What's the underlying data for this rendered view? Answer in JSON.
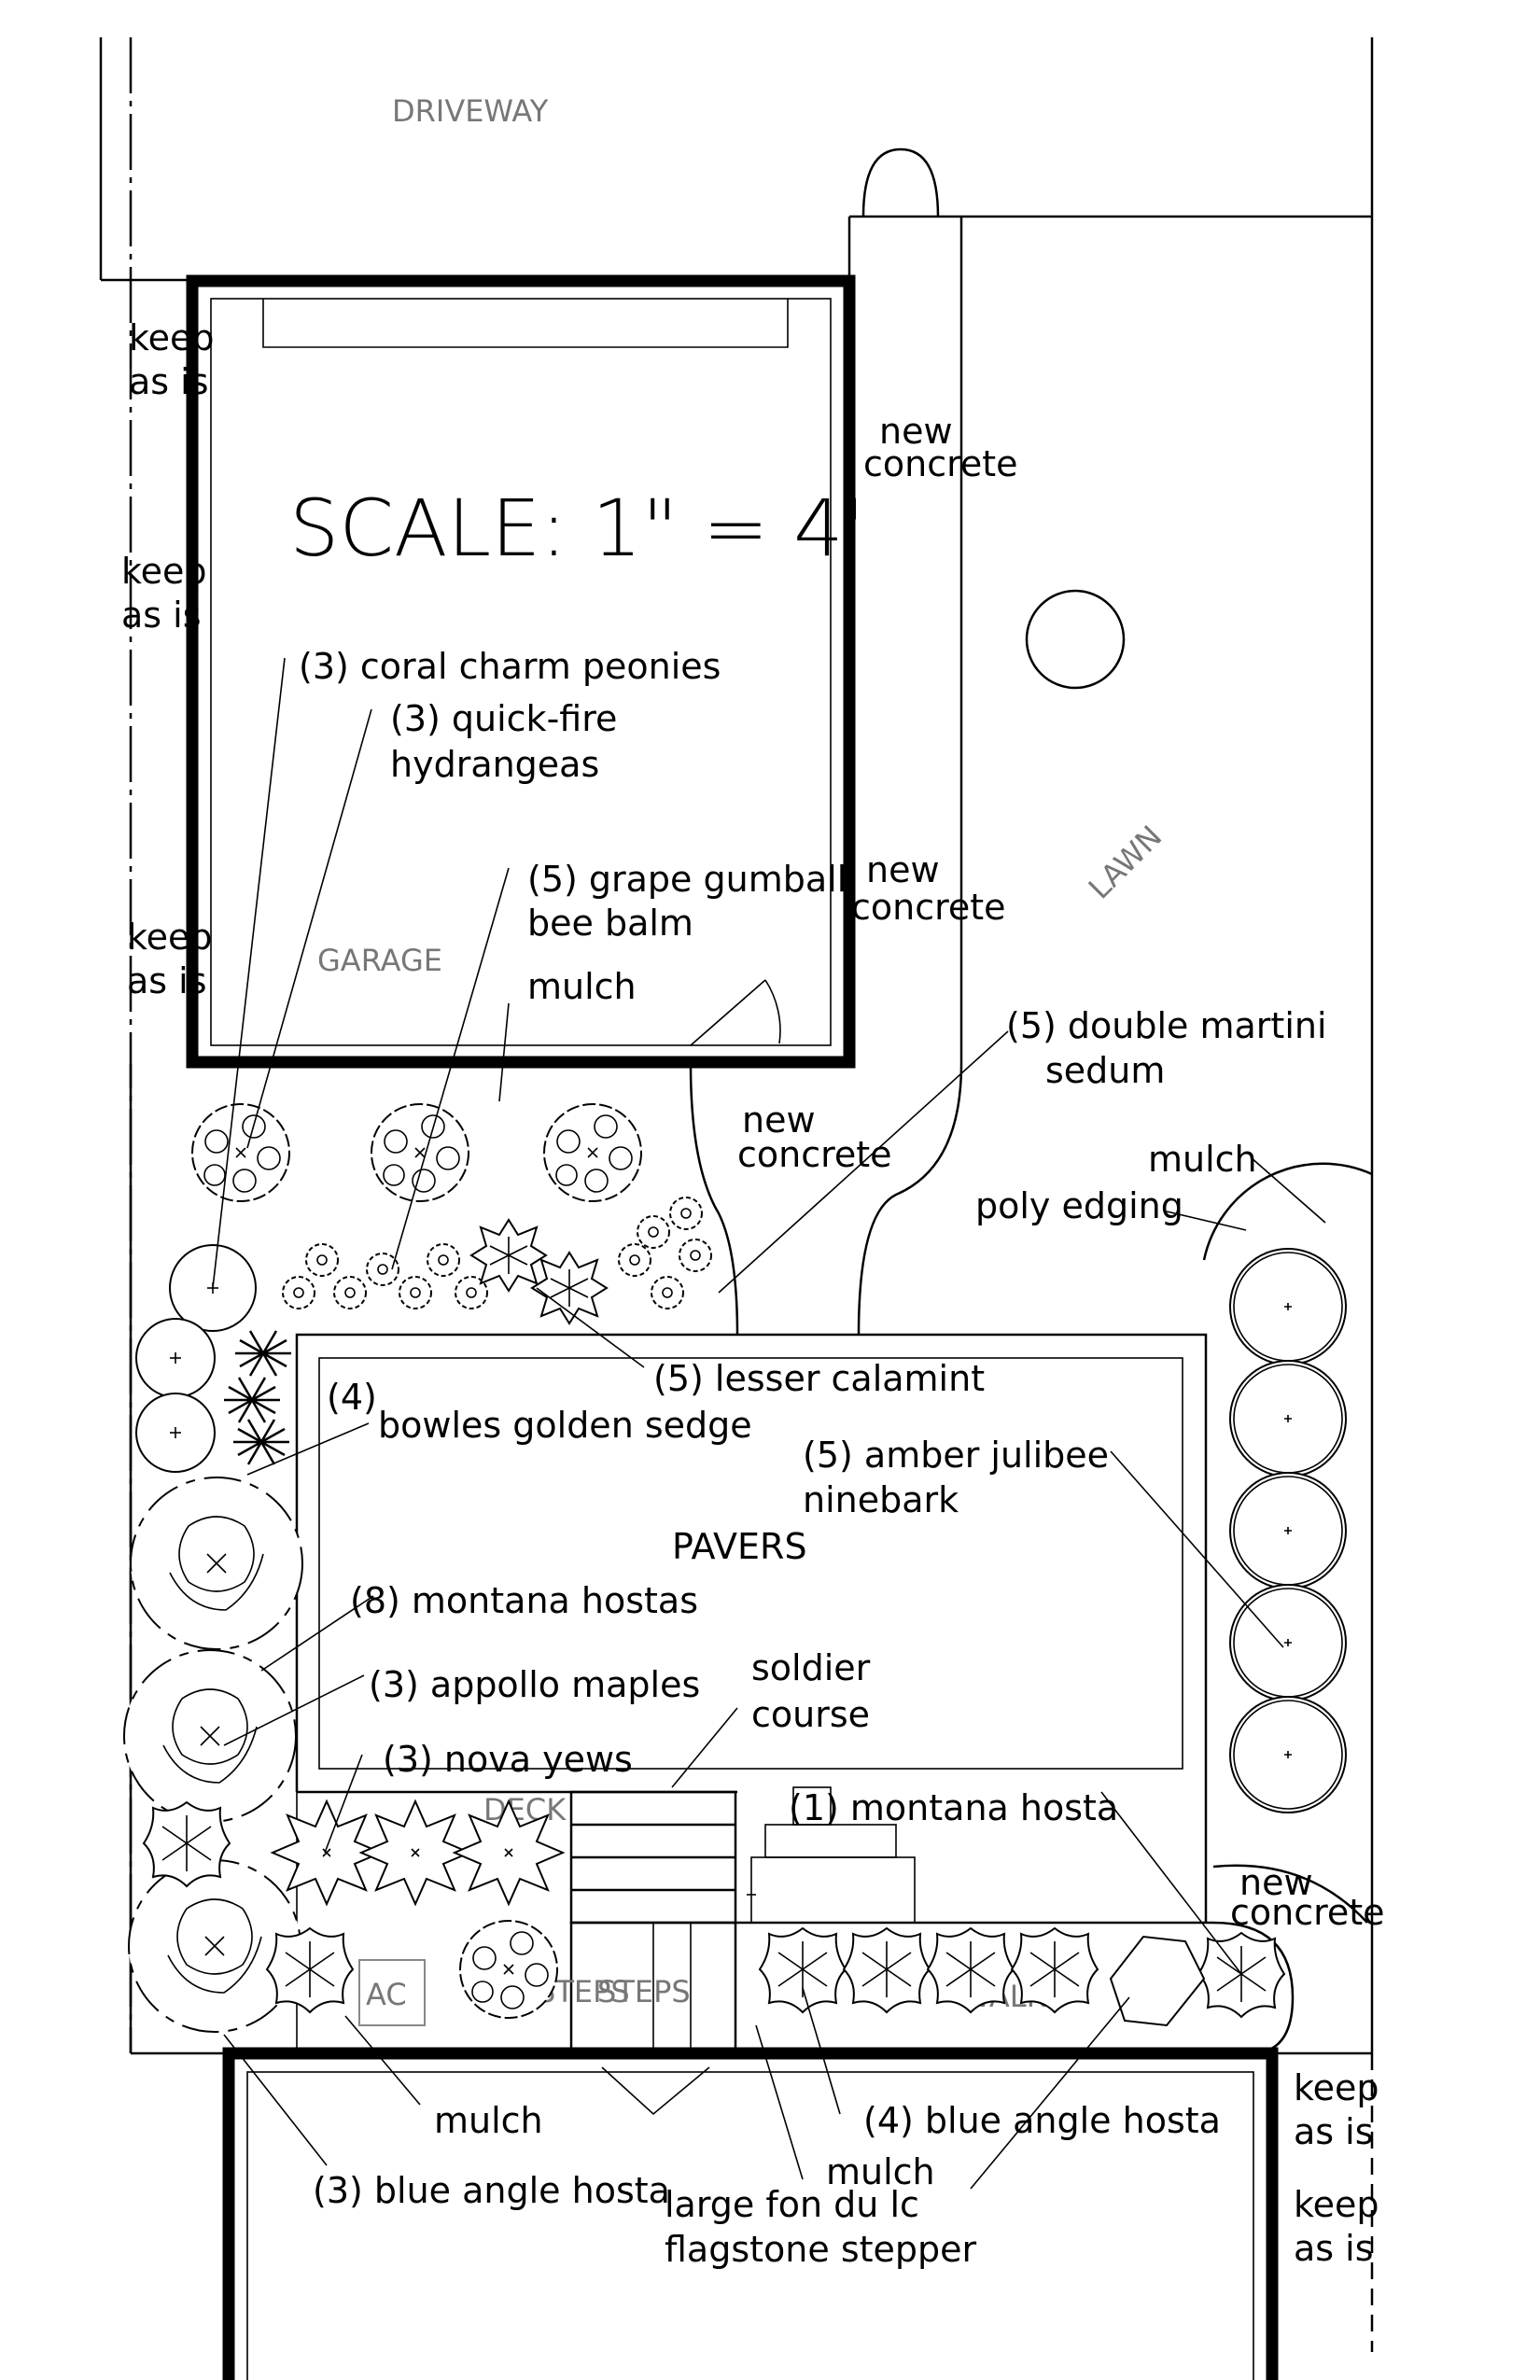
{
  "areas": {
    "driveway": "DRIVEWAY",
    "garage": "GARAGE",
    "lawn": "LAWN",
    "pavers": "PAVERS",
    "deck": "DECK",
    "ac": "AC",
    "steps": "STEPS",
    "walk": "WALK"
  },
  "scale": "SCALE:  1\" = 4'",
  "notes": {
    "keep_as_is_1": [
      "keep",
      "as is"
    ],
    "keep_as_is_2": [
      "keep",
      "as is"
    ],
    "keep_as_is_3": [
      "keep",
      "as is"
    ],
    "keep_as_is_4": [
      "keep",
      "as is"
    ],
    "keep_as_is_5": [
      "keep",
      "as is"
    ],
    "new_concrete_1": [
      "new",
      "concrete"
    ],
    "new_concrete_2": [
      "new",
      "concrete"
    ],
    "new_concrete_3": [
      "new",
      "concrete"
    ],
    "new_concrete_4": [
      "new",
      "concrete"
    ],
    "mulch_1": "mulch",
    "mulch_2": "mulch",
    "mulch_3": "mulch",
    "mulch_4": "mulch",
    "poly_edging": "poly edging",
    "soldier_course": [
      "soldier",
      "course"
    ],
    "flagstone": [
      "large fon du lc",
      "flagstone stepper"
    ]
  },
  "plants": {
    "peonies": "(3) coral charm peonies",
    "hydrangeas": [
      "(3) quick-fire",
      "hydrangeas"
    ],
    "bee_balm": [
      "(5) grape gumball",
      "bee balm"
    ],
    "sedum": [
      "(5) double martini",
      "sedum"
    ],
    "calamint": "(5) lesser calamint",
    "sedge_count": "(4)",
    "sedge_name": "bowles golden sedge",
    "ninebark": [
      "(5) amber julibee",
      "ninebark"
    ],
    "montana_hostas": "(8) montana hostas",
    "maples": "(3) appollo maples",
    "yews": "(3) nova yews",
    "montana_hosta": "(1) montana hosta",
    "blue_angle_4": "(4) blue angle hosta",
    "blue_angle_3": "(3) blue angle hosta"
  }
}
